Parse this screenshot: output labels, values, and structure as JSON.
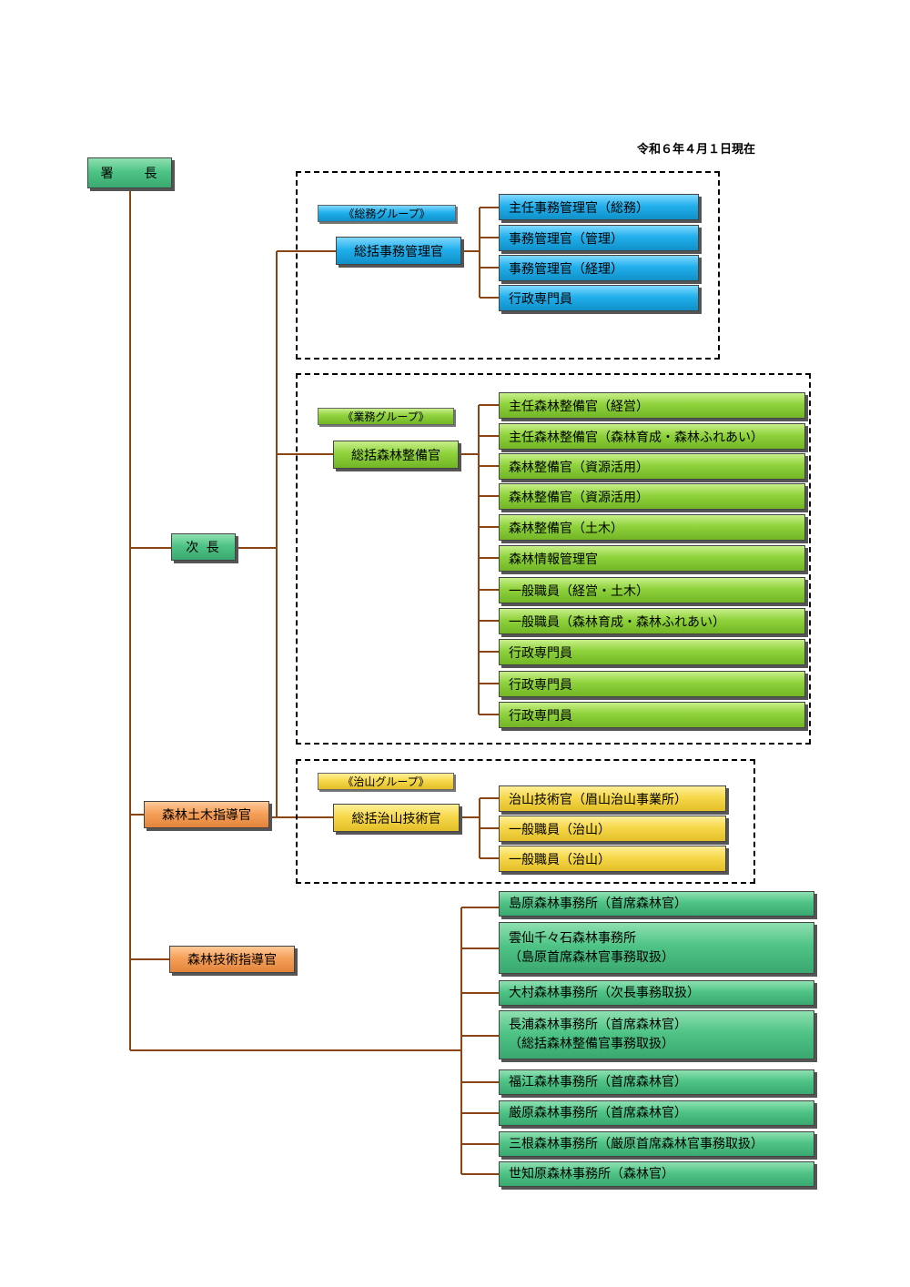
{
  "date_note": "令和６年４月１日現在",
  "head": {
    "label": "署　　長"
  },
  "deputy": {
    "label": "次 長"
  },
  "civil_engineering_guide": {
    "label": "森林土木指導官"
  },
  "forest_technology_guide": {
    "label": "森林技術指導官"
  },
  "general_affairs_group": {
    "tag": "《総務グループ》",
    "leader": "総括事務管理官",
    "members": [
      "主任事務管理官（総務）",
      "事務管理官（管理）",
      "事務管理官（経理）",
      "行政専門員"
    ]
  },
  "operations_group": {
    "tag": "《業務グループ》",
    "leader": "総括森林整備官",
    "members": [
      "主任森林整備官（経営）",
      "主任森林整備官（森林育成・森林ふれあい）",
      "森林整備官（資源活用）",
      "森林整備官（資源活用）",
      "森林整備官（土木）",
      "森林情報管理官",
      "一般職員（経営・土木）",
      "一般職員（森林育成・森林ふれあい）",
      "行政専門員",
      "行政専門員",
      "行政専門員"
    ]
  },
  "erosion_control_group": {
    "tag": "《治山グループ》",
    "leader": "総括治山技術官",
    "members": [
      "治山技術官（眉山治山事業所）",
      "一般職員（治山）",
      "一般職員（治山）"
    ]
  },
  "offices": [
    {
      "lines": [
        "島原森林事務所（首席森林官）"
      ]
    },
    {
      "lines": [
        "雲仙千々石森林事務所",
        "（島原首席森林官事務取扱）"
      ]
    },
    {
      "lines": [
        "大村森林事務所（次長事務取扱）"
      ]
    },
    {
      "lines": [
        "長浦森林事務所（首席森林官）",
        "（総括森林整備官事務取扱）"
      ]
    },
    {
      "lines": [
        "福江森林事務所（首席森林官）"
      ]
    },
    {
      "lines": [
        "厳原森林事務所（首席森林官）"
      ]
    },
    {
      "lines": [
        "三根森林事務所（厳原首席森林官事務取扱）"
      ]
    },
    {
      "lines": [
        "世知原森林事務所（森林官）"
      ]
    }
  ],
  "colors": {
    "connector": "#8b4513",
    "head_box": "#4fc486",
    "general_affairs": "#22b0ec",
    "operations": "#8fd23c",
    "erosion_control": "#f6d84a",
    "guides": "#f6a05a"
  }
}
